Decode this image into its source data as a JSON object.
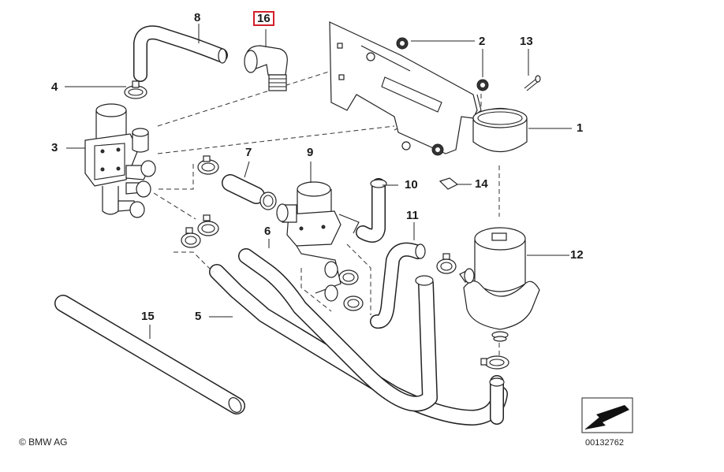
{
  "callouts": {
    "p1": "1",
    "p2": "2",
    "p3": "3",
    "p4": "4",
    "p5": "5",
    "p6": "6",
    "p7": "7",
    "p8": "8",
    "p9": "9",
    "p10": "10",
    "p11": "11",
    "p12": "12",
    "p13": "13",
    "p14": "14",
    "p15": "15",
    "p16": "16"
  },
  "highlighted_callout": "16",
  "highlight_color": "#d0202a",
  "copyright": "© BMW AG",
  "reference_number": "00132762"
}
